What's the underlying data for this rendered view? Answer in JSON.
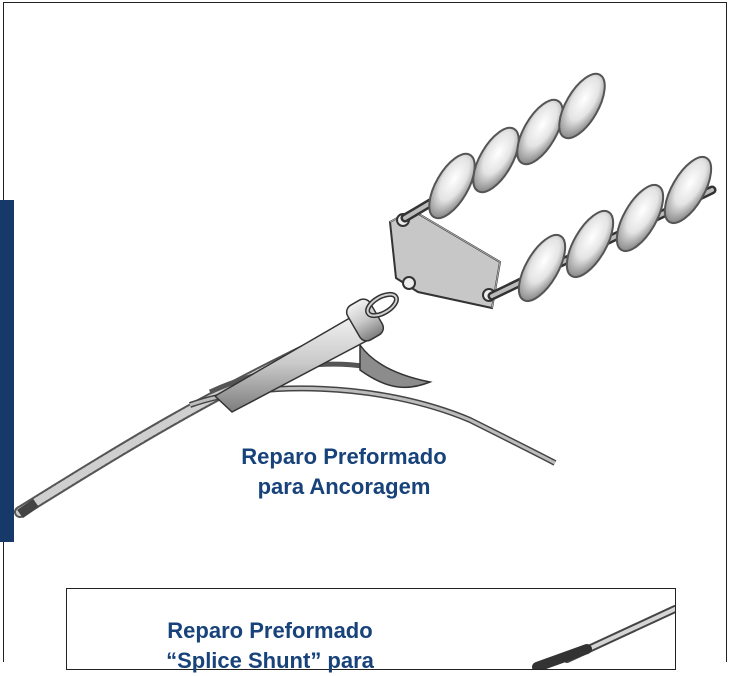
{
  "main_caption": {
    "line1": "Reparo Preformado",
    "line2": "para Ancoragem"
  },
  "inset_caption": {
    "line1": "Reparo Preformado",
    "line2": "“Splice Shunt” para"
  },
  "colors": {
    "caption": "#17427a",
    "side_bar": "#16396a",
    "border": "#222222"
  }
}
